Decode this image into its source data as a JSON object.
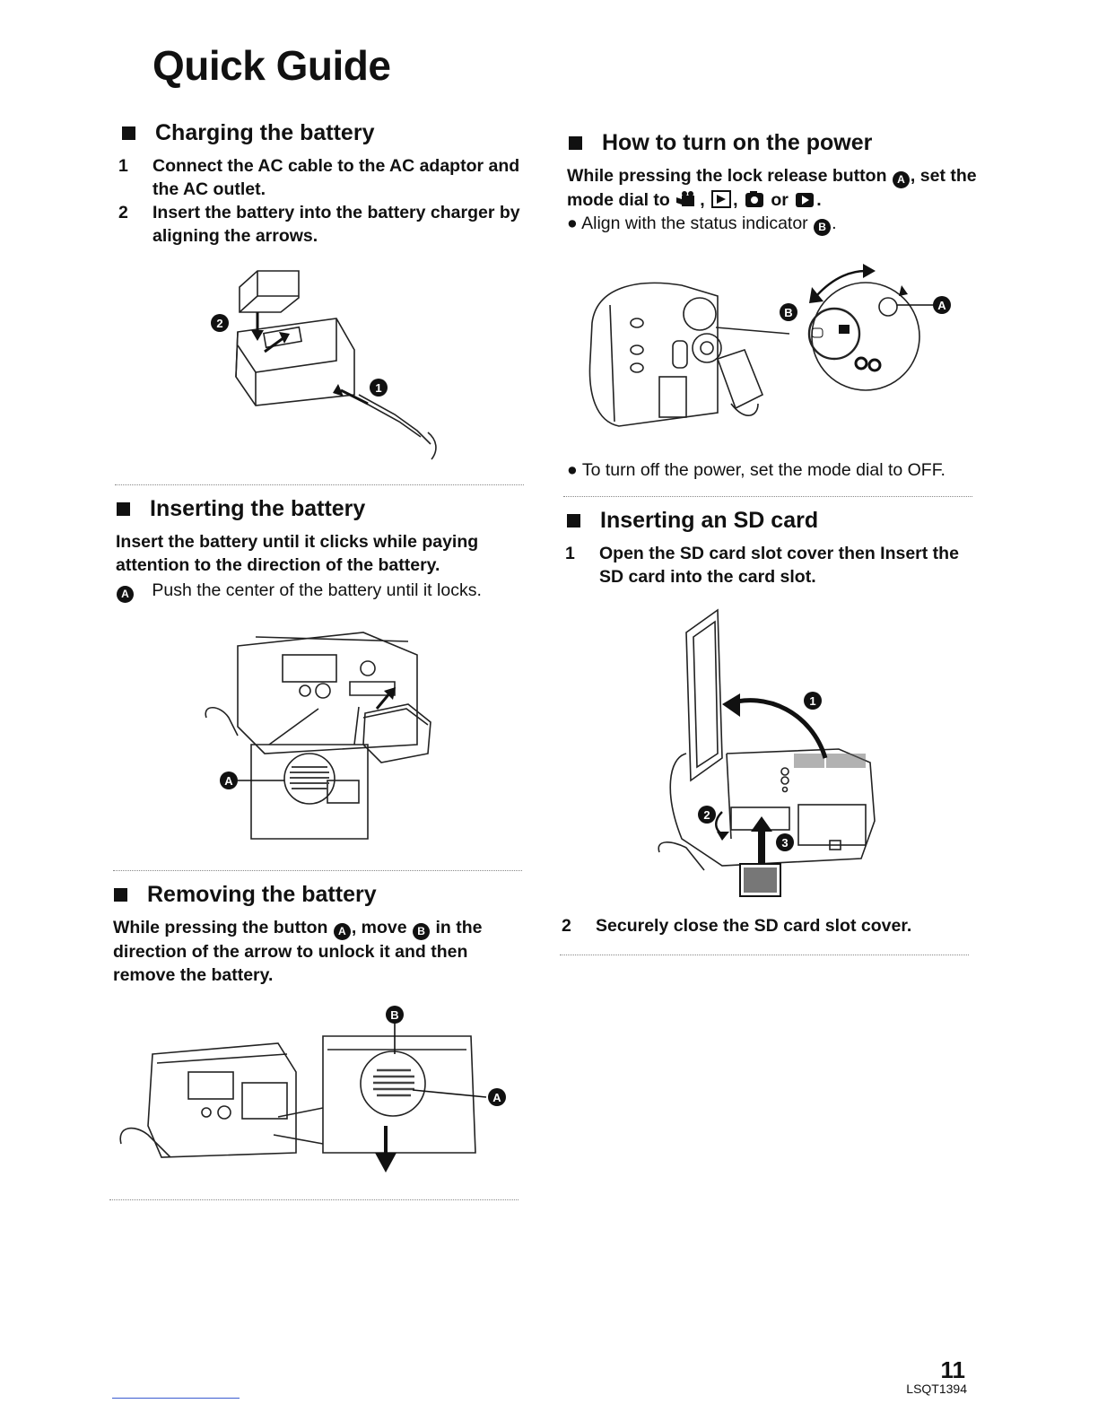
{
  "page_title": "Quick Guide",
  "charging": {
    "heading": "Charging the battery",
    "steps": [
      {
        "num": "1",
        "text": "Connect the AC cable to the AC adaptor and the AC outlet."
      },
      {
        "num": "2",
        "text": "Insert the battery into the battery charger by aligning the arrows."
      }
    ],
    "callout_1": "1",
    "callout_2": "2"
  },
  "power": {
    "heading": "How to turn on the power",
    "instruction_start": "While pressing the lock release button",
    "instruction_mid": ", set the mode dial to",
    "or_text": "or",
    "bullet": "Align with the status indicator",
    "off_note": "To turn off the power, set the mode dial to OFF.",
    "label_a": "A",
    "label_b": "B"
  },
  "inserting_battery": {
    "heading": "Inserting the battery",
    "instruction": "Insert the battery until it clicks while paying attention to the direction of the battery.",
    "note": "Push the center of the battery until it locks.",
    "label_a": "A"
  },
  "sd_card": {
    "heading": "Inserting an SD card",
    "steps": [
      {
        "num": "1",
        "text": "Open the SD card slot cover then Insert the SD card into the card slot."
      },
      {
        "num": "2",
        "text": "Securely close the SD card slot cover."
      }
    ],
    "callout_1": "1",
    "callout_2": "2",
    "callout_3": "3"
  },
  "removing": {
    "heading": "Removing the battery",
    "part1": "While pressing the button",
    "part2": ", move",
    "part3": "in the direction of the arrow to unlock it and then remove the battery.",
    "label_a": "A",
    "label_b": "B"
  },
  "footer": {
    "page_number": "11",
    "doc_code": "LSQT1394"
  }
}
